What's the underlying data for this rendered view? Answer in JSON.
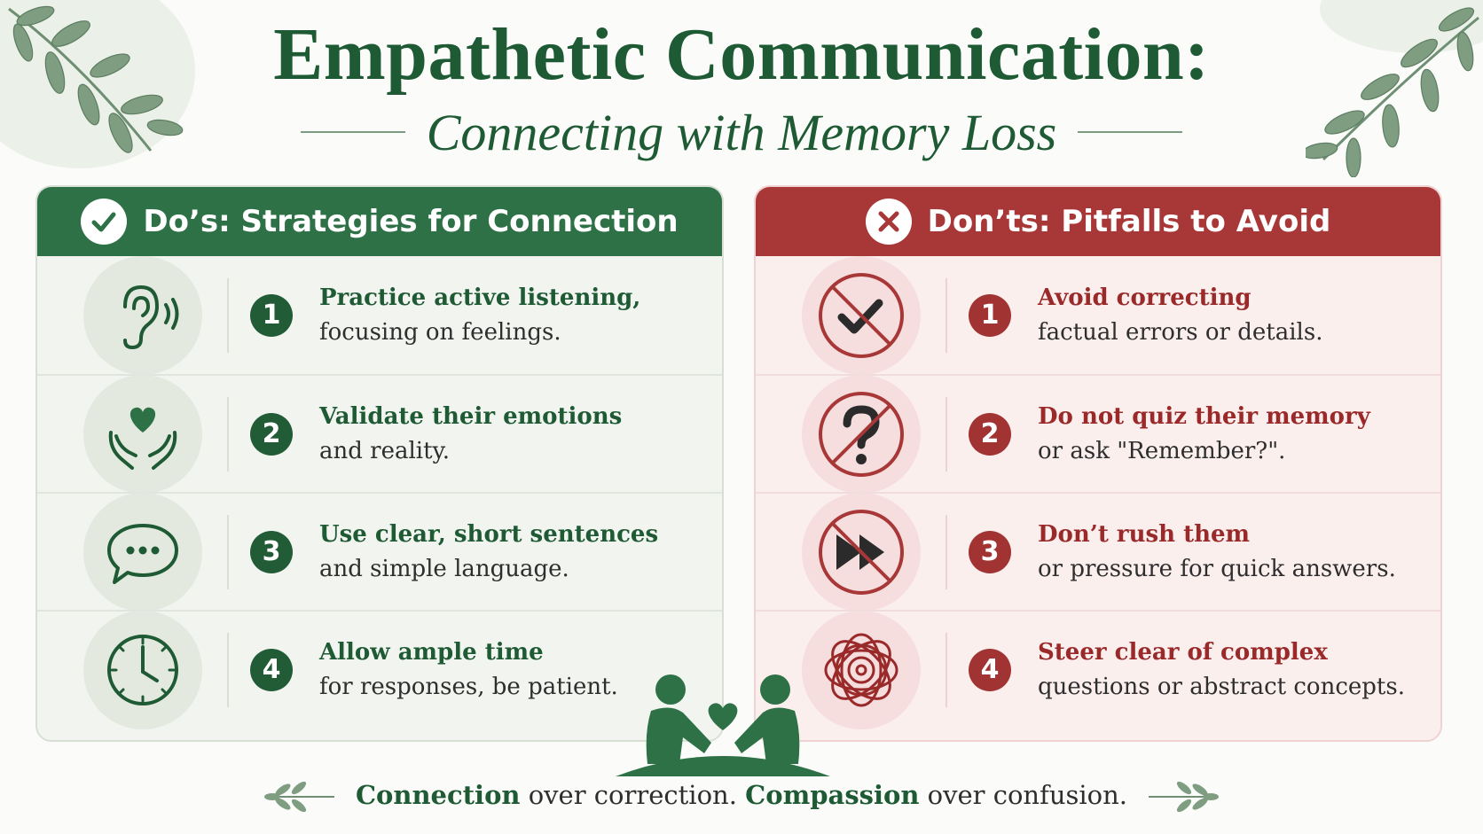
{
  "title": "Empathetic Communication:",
  "subtitle": "Connecting with Memory Loss",
  "colors": {
    "green": "#2e7146",
    "red": "#a83838",
    "dark_green_text": "#1e5a34"
  },
  "dos": {
    "heading": "Do’s: Strategies for Connection",
    "heading_icon": "checkmark-icon",
    "items": [
      {
        "number": "1",
        "icon": "ear-icon",
        "lead": "Practice active listening,",
        "rest": "focusing on feelings."
      },
      {
        "number": "2",
        "icon": "heart-hands-icon",
        "lead": "Validate their emotions",
        "rest": "and reality."
      },
      {
        "number": "3",
        "icon": "speech-bubble-icon",
        "lead": "Use clear, short sentences",
        "rest": "and simple language."
      },
      {
        "number": "4",
        "icon": "clock-icon",
        "lead": "Allow ample time",
        "rest": "for responses, be patient."
      }
    ]
  },
  "donts": {
    "heading": "Don’ts: Pitfalls to Avoid",
    "heading_icon": "x-icon",
    "items": [
      {
        "number": "1",
        "icon": "no-checkmark-icon",
        "lead": "Avoid correcting",
        "rest": "factual errors or details."
      },
      {
        "number": "2",
        "icon": "no-question-icon",
        "lead": "Do not quiz their memory",
        "rest": "or ask \"Remember?\"."
      },
      {
        "number": "3",
        "icon": "no-fast-forward-icon",
        "lead": "Don’t rush them",
        "rest": "or pressure for quick answers."
      },
      {
        "number": "4",
        "icon": "tangled-scribble-icon",
        "lead": "Steer clear of complex",
        "rest": "questions or abstract concepts."
      }
    ]
  },
  "footer": {
    "bold1": "Connection",
    "text1": " over correction. ",
    "bold2": "Compassion",
    "text2": " over confusion."
  }
}
